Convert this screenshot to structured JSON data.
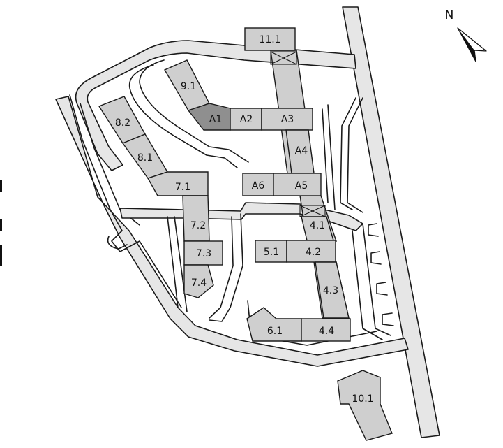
{
  "compass": {
    "label": "N"
  },
  "buildings": [
    {
      "label": "11.1",
      "highlight": false
    },
    {
      "label": "9.1",
      "highlight": false
    },
    {
      "label": "A1",
      "highlight": true
    },
    {
      "label": "A2",
      "highlight": false
    },
    {
      "label": "A3",
      "highlight": false
    },
    {
      "label": "A4",
      "highlight": false
    },
    {
      "label": "A5",
      "highlight": false
    },
    {
      "label": "A6",
      "highlight": false
    },
    {
      "label": "4.1",
      "highlight": false
    },
    {
      "label": "4.2",
      "highlight": false
    },
    {
      "label": "5.1",
      "highlight": false
    },
    {
      "label": "4.3",
      "highlight": false
    },
    {
      "label": "4.4",
      "highlight": false
    },
    {
      "label": "6.1",
      "highlight": false
    },
    {
      "label": "8.2",
      "highlight": false
    },
    {
      "label": "8.1",
      "highlight": false
    },
    {
      "label": "7.1",
      "highlight": false
    },
    {
      "label": "7.2",
      "highlight": false
    },
    {
      "label": "7.3",
      "highlight": false
    },
    {
      "label": "7.4",
      "highlight": false
    },
    {
      "label": "10.1",
      "highlight": false
    }
  ]
}
